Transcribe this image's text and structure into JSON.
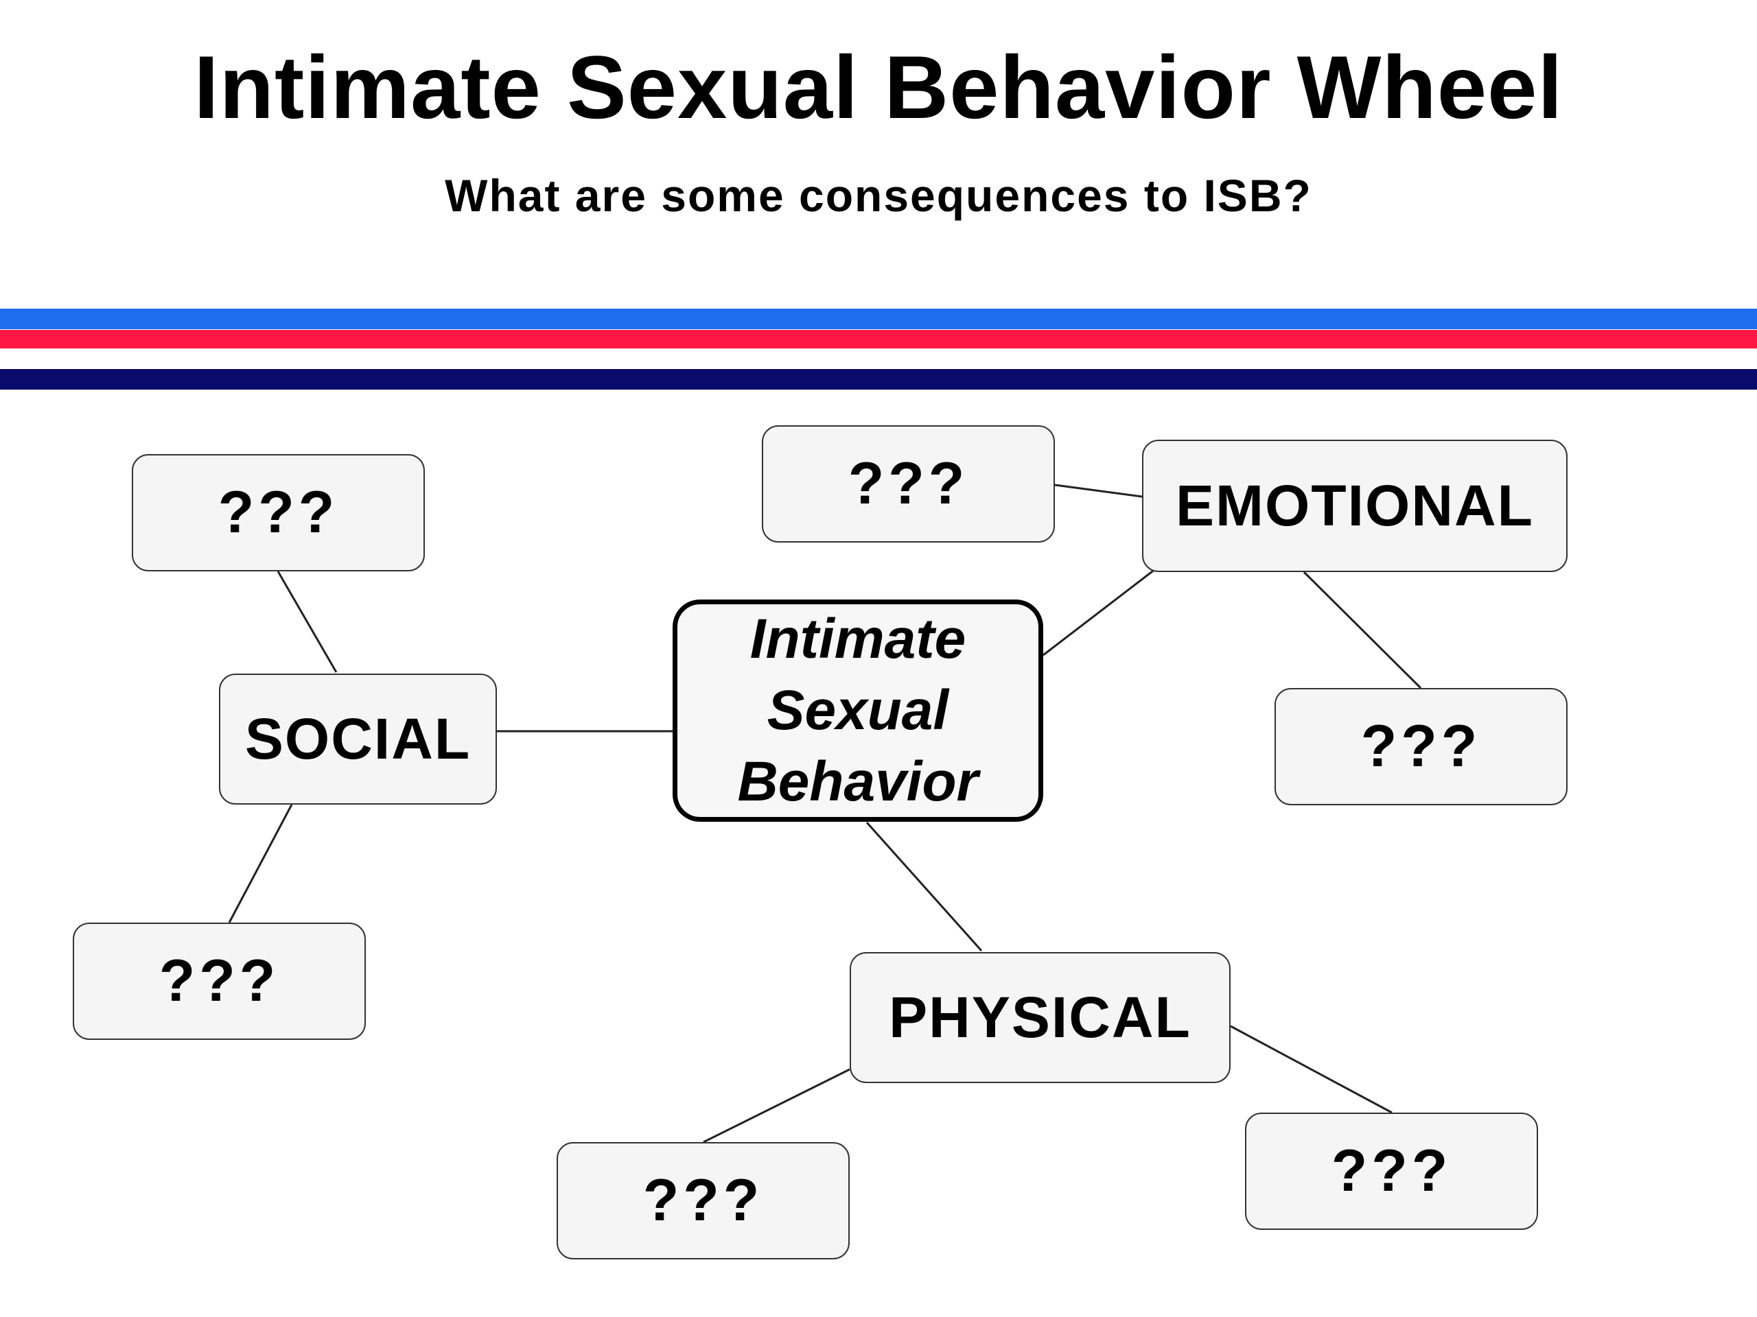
{
  "title": "Intimate Sexual Behavior Wheel",
  "subtitle": "What are some consequences to ISB?",
  "stripes": {
    "blue": "#1e6ff0",
    "red": "#ff1744",
    "white": "#ffffff",
    "navy": "#0a0a6b"
  },
  "diagram": {
    "center": {
      "line1": "Intimate",
      "line2": "Sexual",
      "line3": "Behavior"
    },
    "categories": {
      "social": "SOCIAL",
      "emotional": "EMOTIONAL",
      "physical": "PHYSICAL"
    },
    "placeholders": {
      "social_top": "???",
      "social_bottom": "???",
      "emotional_left": "???",
      "emotional_bottom": "???",
      "physical_left": "???",
      "physical_right": "???"
    }
  }
}
